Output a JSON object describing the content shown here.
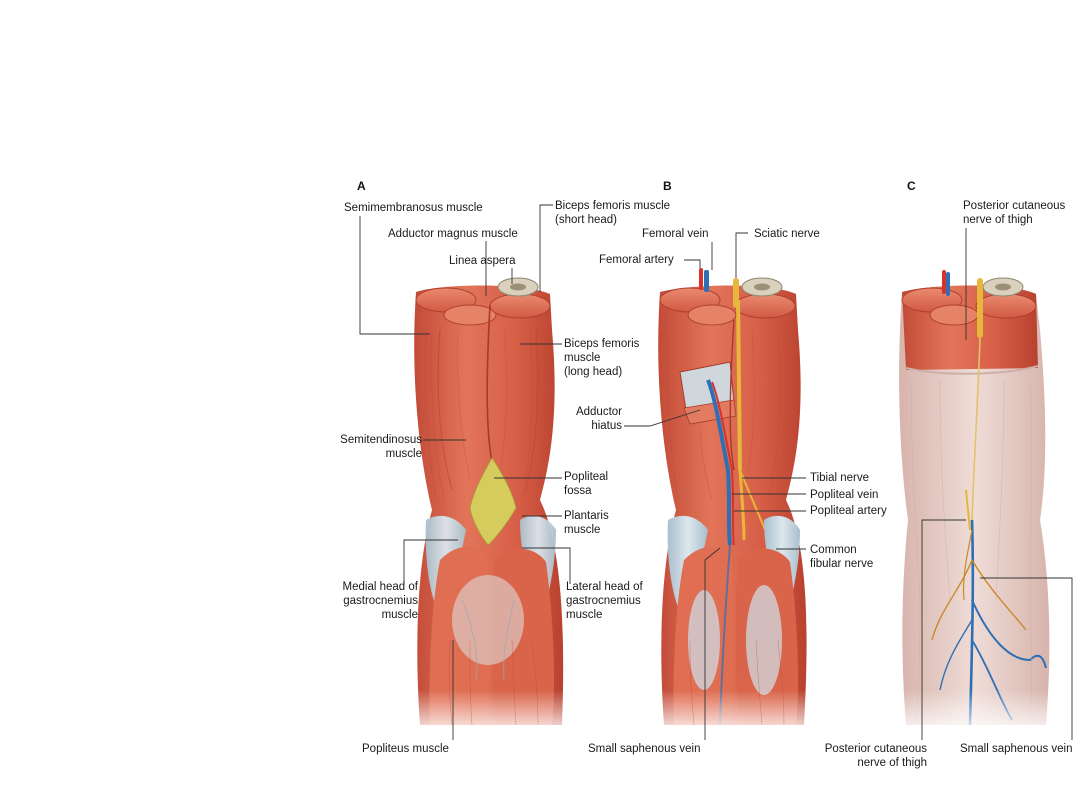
{
  "panels": {
    "a": {
      "letter": "A",
      "labels": {
        "semimembranosus": "Semimembranosus muscle",
        "adductor_magnus": "Adductor magnus muscle",
        "linea_aspera": "Linea aspera",
        "biceps_short": "Biceps femoris muscle\n(short head)",
        "biceps_long": "Biceps femoris\nmuscle\n(long head)",
        "semitendinosus": "Semitendinosus\nmuscle",
        "popliteal_fossa": "Popliteal\nfossa",
        "plantaris": "Plantaris\nmuscle",
        "medial_gastro": "Medial head of\ngastrocnemius\nmuscle",
        "lateral_gastro": "Lateral head of\ngastrocnemius\nmuscle",
        "popliteus": "Popliteus muscle"
      }
    },
    "b": {
      "letter": "B",
      "labels": {
        "femoral_vein": "Femoral vein",
        "sciatic_nerve": "Sciatic nerve",
        "femoral_artery": "Femoral artery",
        "adductor_hiatus": "Adductor\nhiatus",
        "tibial_nerve": "Tibial nerve",
        "popliteal_vein": "Popliteal vein",
        "popliteal_artery": "Popliteal artery",
        "common_fibular": "Common\nfibular nerve",
        "small_saphenous": "Small saphenous vein"
      }
    },
    "c": {
      "letter": "C",
      "labels": {
        "post_cut_top": "Posterior cutaneous\nnerve of thigh",
        "post_cut_bottom": "Posterior cutaneous\nnerve of thigh",
        "small_saphenous": "Small saphenous vein"
      }
    }
  },
  "colors": {
    "muscle": "#d9634a",
    "muscle_dark": "#b94534",
    "muscle_light": "#ec8f74",
    "tendon": "#bfd0da",
    "fossa": "#d9cf63",
    "bone": "#d8d0bd",
    "vein": "#2f6fb5",
    "artery": "#d7332b",
    "nerve": "#e8b63a",
    "fascia": "#e2c9c3",
    "leader": "#333333"
  }
}
